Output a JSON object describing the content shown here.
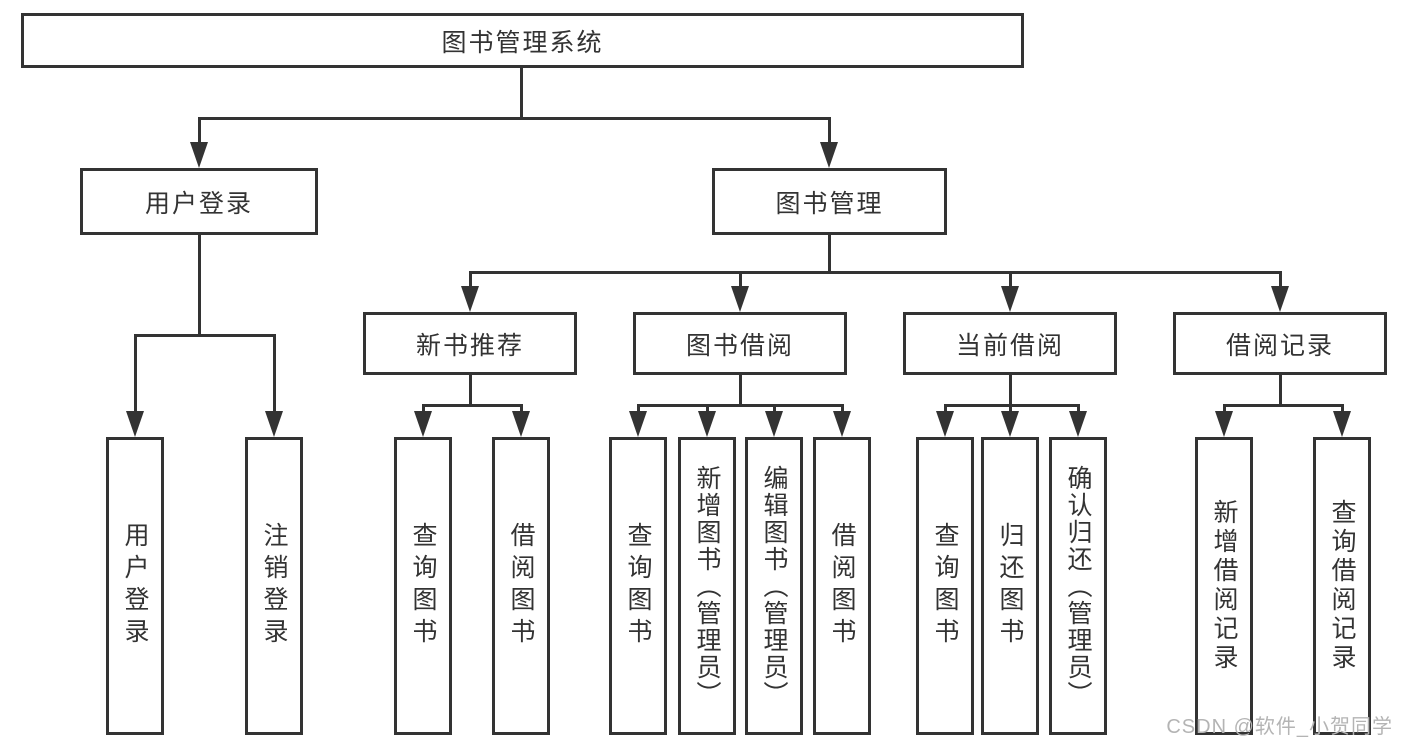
{
  "diagram": {
    "colors": {
      "line": "#333333",
      "text": "#333333",
      "watermark": "#b4b4b4",
      "background": "#ffffff"
    },
    "root": {
      "label": "图书管理系统"
    },
    "level2": [
      {
        "label": "用户登录"
      },
      {
        "label": "图书管理"
      }
    ],
    "level3": [
      {
        "label": "新书推荐"
      },
      {
        "label": "图书借阅"
      },
      {
        "label": "当前借阅"
      },
      {
        "label": "借阅记录"
      }
    ],
    "leaves": [
      {
        "label": "用户登录"
      },
      {
        "label": "注销登录"
      },
      {
        "label": "查询图书"
      },
      {
        "label": "借阅图书"
      },
      {
        "label": "查询图书"
      },
      {
        "label": "新增图书（管理员）"
      },
      {
        "label": "编辑图书（管理员）"
      },
      {
        "label": "借阅图书"
      },
      {
        "label": "查询图书"
      },
      {
        "label": "归还图书"
      },
      {
        "label": "确认归还（管理员）"
      },
      {
        "label": "新增借阅记录"
      },
      {
        "label": "查询借阅记录"
      }
    ],
    "watermark": {
      "text": "CSDN @软件_小贺同学"
    }
  }
}
